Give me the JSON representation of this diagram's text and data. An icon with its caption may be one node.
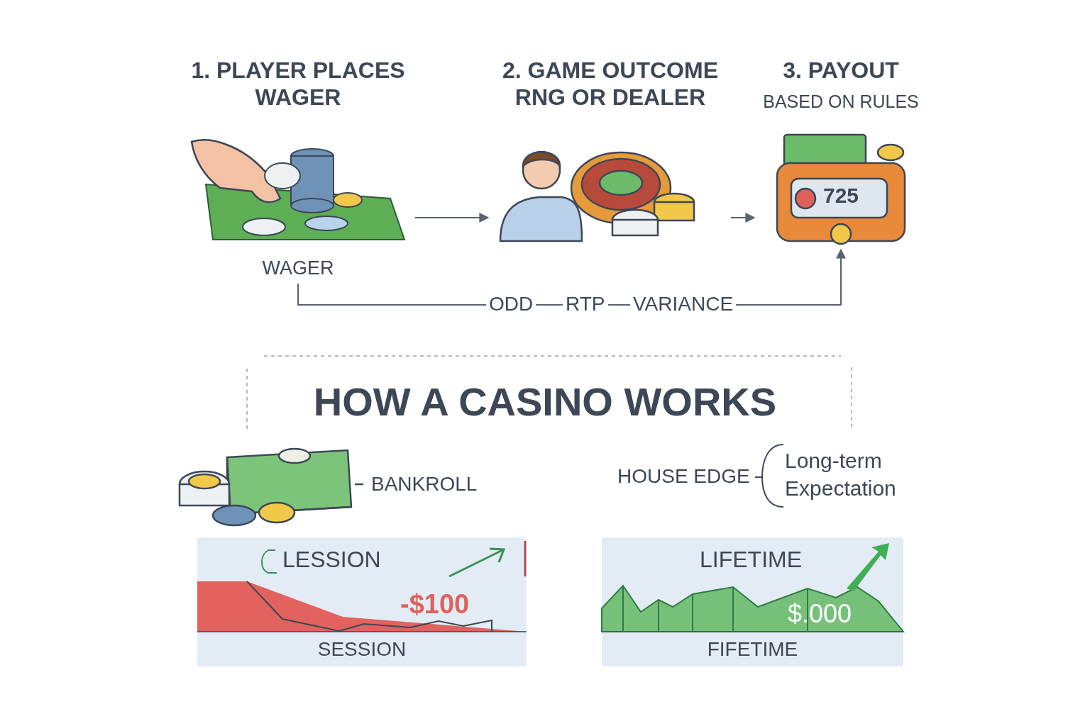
{
  "diagram": {
    "title": "HOW A CASINO WORKS",
    "nodes": [
      {
        "text": [
          "1. PLAYER PLACES WAGER",
          "WAGER"
        ]
      },
      {
        "text": [
          "2. GAME OUTCOME RNG OR DEALER"
        ]
      },
      {
        "text": [
          "3. PAYOUT",
          "BASED ON RULES"
        ]
      },
      {
        "text": [
          "LESSION",
          "-$100",
          "SESSION"
        ]
      },
      {
        "text": [
          "LIFETIME",
          "$.000",
          "FIFETIME"
        ]
      }
    ],
    "edges": [
      {
        "from": 0,
        "to": 1,
        "arrow": "to"
      },
      {
        "from": 1,
        "to": 2,
        "arrow": "to"
      },
      {
        "from": 0,
        "to": 2,
        "arrow": "to"
      }
    ],
    "labels": [
      "725",
      "ODD",
      "RTP",
      "VARIANCE",
      "BANKROLL",
      "HOUSE EDGE",
      "Long-term Expectation"
    ]
  }
}
